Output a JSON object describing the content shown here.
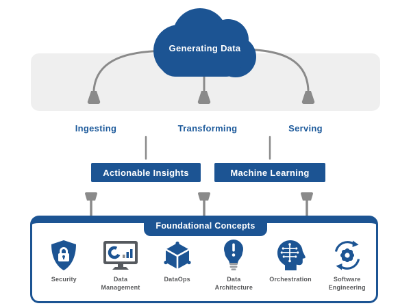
{
  "colors": {
    "primary_blue": "#1C5493",
    "stage_label_blue": "#1D5A9B",
    "gray_band": "#EFEFEF",
    "connector_gray": "#8A8A8A",
    "icon_label_gray": "#58595B"
  },
  "cloud": {
    "label": "Generating Data",
    "icon": "cloud-icon"
  },
  "stages": [
    {
      "label": "Ingesting"
    },
    {
      "label": "Transforming"
    },
    {
      "label": "Serving"
    }
  ],
  "boxes": [
    {
      "label": "Actionable Insights"
    },
    {
      "label": "Machine Learning"
    }
  ],
  "foundation": {
    "title": "Foundational Concepts",
    "items": [
      {
        "label": "Security",
        "icon": "shield-lock-icon"
      },
      {
        "label": "Data Management",
        "icon": "monitor-chart-icon"
      },
      {
        "label": "DataOps",
        "icon": "cube-icon"
      },
      {
        "label": "Data Architecture",
        "icon": "lightbulb-icon"
      },
      {
        "label": "Orchestration",
        "icon": "head-circuit-icon"
      },
      {
        "label": "Software Engineering",
        "icon": "gear-sync-icon"
      }
    ]
  }
}
